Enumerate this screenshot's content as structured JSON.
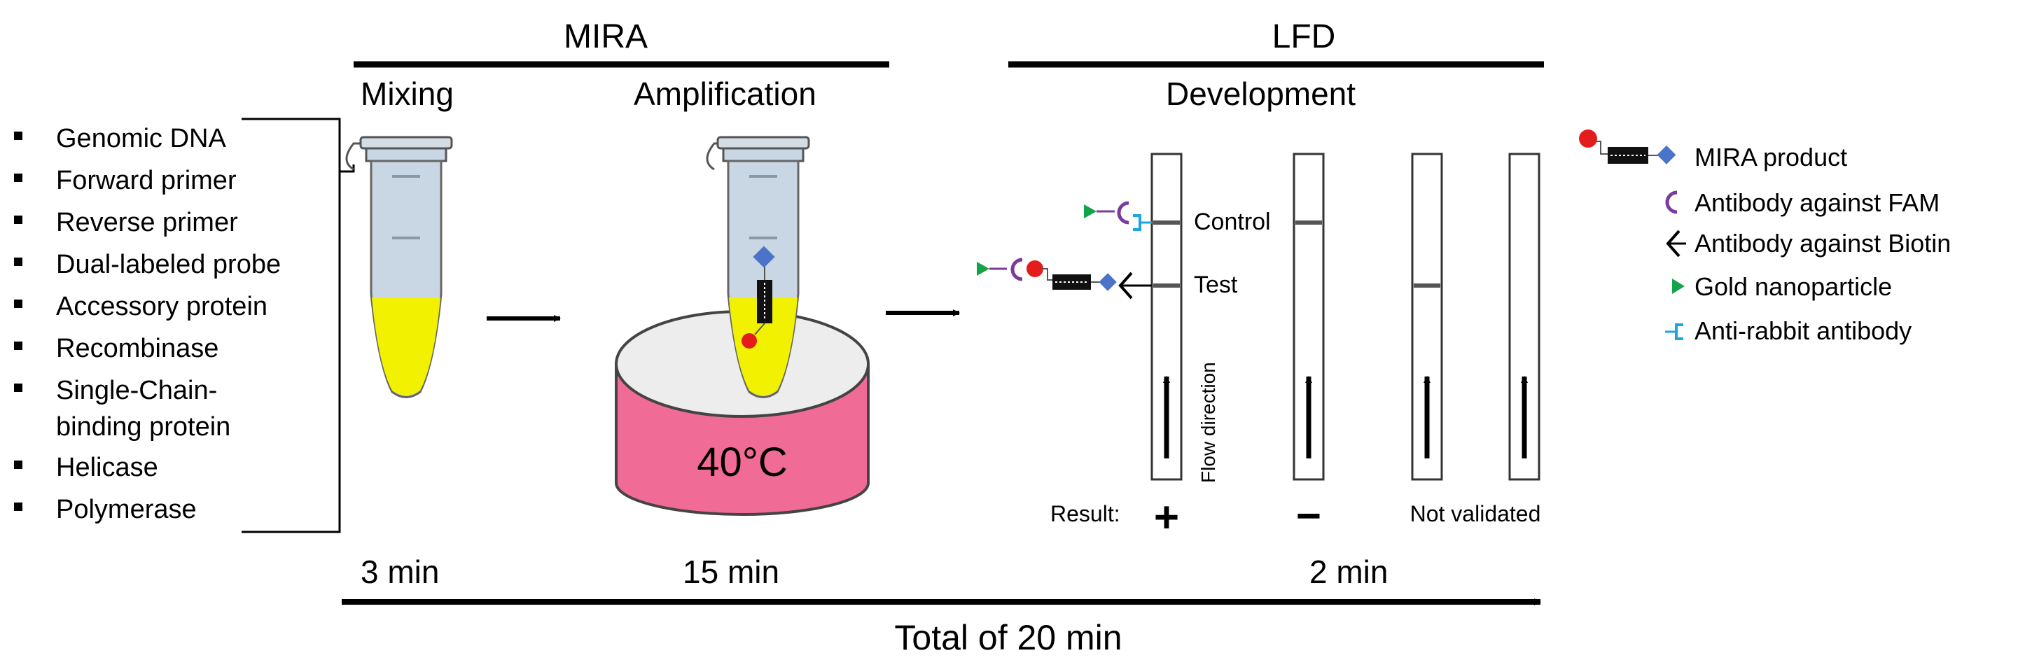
{
  "headings": {
    "mira": "MIRA",
    "lfd": "LFD",
    "mixing": "Mixing",
    "amplification": "Amplification",
    "development": "Development"
  },
  "reagents": [
    "Genomic DNA",
    "Forward primer",
    "Reverse primer",
    "Dual-labeled probe",
    "Accessory protein",
    "Recombinase",
    "Single-Chain-",
    "binding protein",
    "Helicase",
    "Polymerase"
  ],
  "incubator_temp": "40°C",
  "strip_labels": {
    "control": "Control",
    "test": "Test",
    "flow": "Flow direction"
  },
  "results": {
    "label": "Result:",
    "positive": "+",
    "negative": "−",
    "invalid": "Not validated"
  },
  "times": {
    "mixing": "3 min",
    "amplification": "15 min",
    "development": "2 min",
    "total": "Total of 20 min"
  },
  "legend": [
    {
      "icon": "mira-product-icon",
      "label": "MIRA product"
    },
    {
      "icon": "anti-fam-antibody-icon",
      "label": "Antibody against FAM"
    },
    {
      "icon": "anti-biotin-antibody-icon",
      "label": "Antibody against Biotin"
    },
    {
      "icon": "gold-nanoparticle-icon",
      "label": "Gold nanoparticle"
    },
    {
      "icon": "anti-rabbit-antibody-icon",
      "label": "Anti-rabbit antibody"
    }
  ],
  "colors": {
    "tube_liquid": "#f2f200",
    "tube_body": "#c9d6e3",
    "incubator": "#f06b96",
    "probe_diamond": "#4a73c9",
    "fam_red": "#e51c1c",
    "anti_fam": "#7a3b9c",
    "anti_rabbit": "#1aa7e0",
    "gold": "#15a34a"
  }
}
